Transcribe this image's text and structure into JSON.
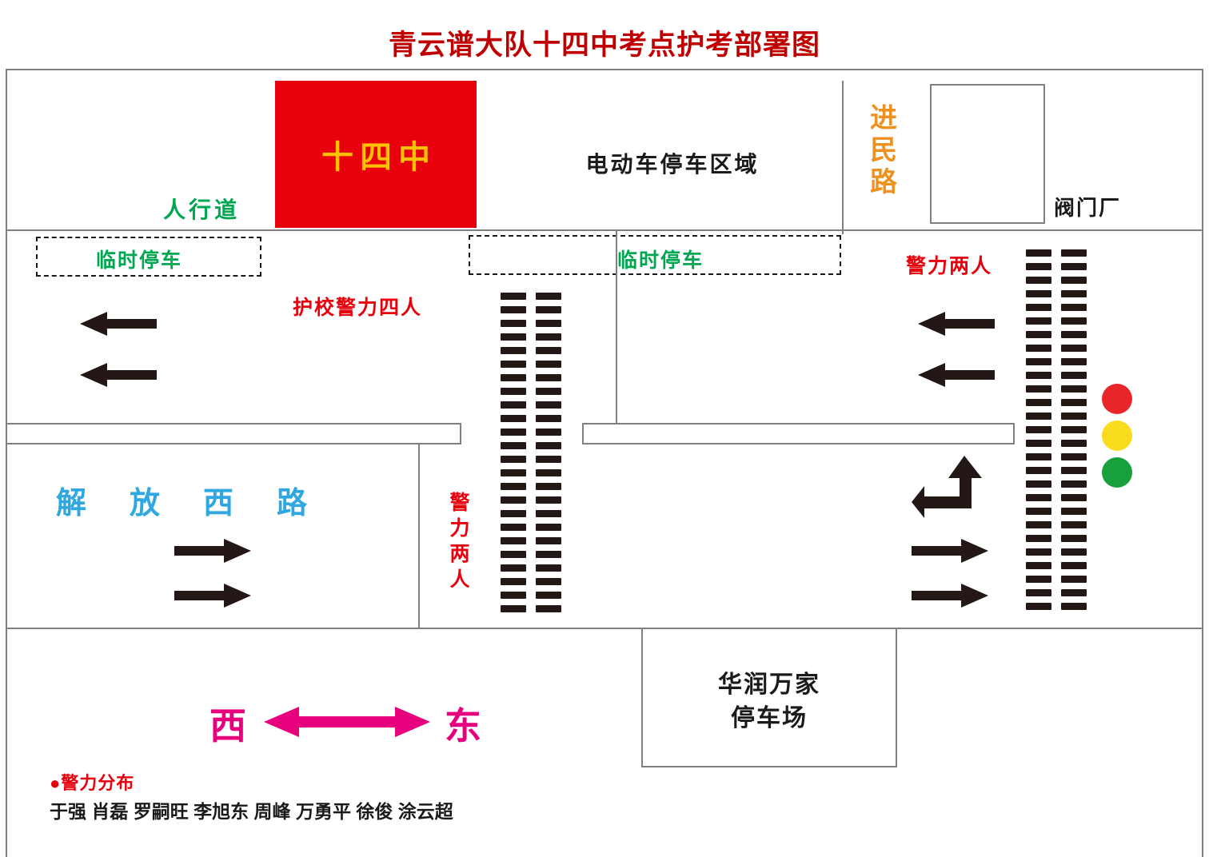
{
  "title": "青云谱大队十四中考点护考部署图",
  "school": {
    "label": "十四中",
    "fill": "#E8000D",
    "text_color": "#FFC000"
  },
  "areas": {
    "ev_parking": "电动车停车区域",
    "valve_factory": "阀门厂",
    "mall_parking": "华润万家\n停车场",
    "mall_parking_line1": "华润万家",
    "mall_parking_line2": "停车场"
  },
  "roads": {
    "vertical_road": "进民路",
    "horizontal_road": "解放西路",
    "sidewalk": "人行道"
  },
  "temp_parking": {
    "left_label": "临时停车",
    "right_label": "临时停车"
  },
  "police": {
    "school_guard": "护校警力四人",
    "right_post": "警力两人",
    "center_post": "警力两人"
  },
  "compass": {
    "west": "西",
    "east": "东",
    "color": "#E6007E"
  },
  "legend": {
    "marker": "●",
    "title": "警力分布",
    "names": "于强 肖磊 罗嗣旺 李旭东 周峰 万勇平 徐俊 涂云超"
  },
  "traffic_light": {
    "red": "#E8262A",
    "yellow": "#FADC1E",
    "green": "#18A03C"
  },
  "colors": {
    "title_red": "#C00000",
    "green_text": "#00A650",
    "orange_text": "#ED9121",
    "blue_road": "#2FA7E0",
    "red_text": "#E8000D",
    "line_gray": "#808080",
    "dark": "#231815"
  }
}
